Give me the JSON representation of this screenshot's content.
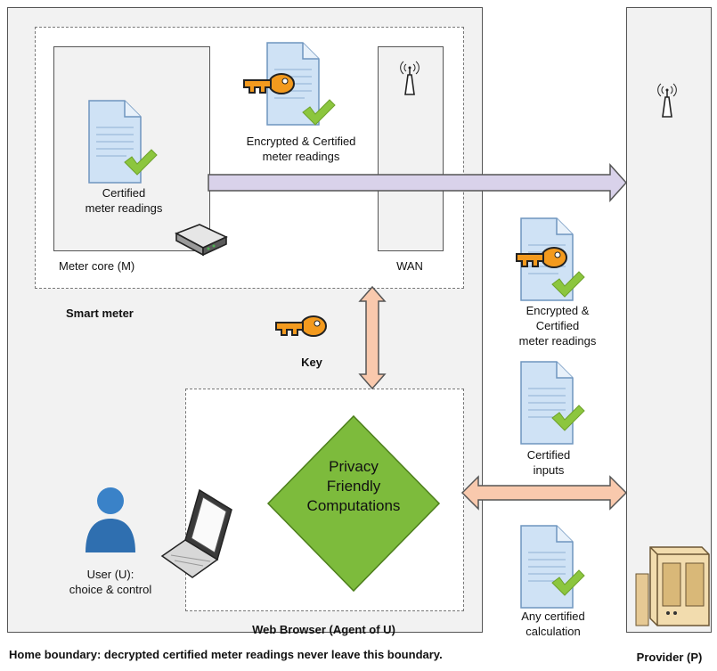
{
  "labels": {
    "certified_readings_line1": "Certified",
    "certified_readings_line2": "meter readings",
    "encrypted_top_line1": "Encrypted & Certified",
    "encrypted_top_line2": "meter readings",
    "meter_core": "Meter core (M)",
    "wan": "WAN",
    "smart_meter": "Smart meter",
    "key": "Key",
    "encrypted_right_line1": "Encrypted &",
    "encrypted_right_line2": "Certified",
    "encrypted_right_line3": "meter readings",
    "certified_inputs_line1": "Certified",
    "certified_inputs_line2": "inputs",
    "privacy_line1": "Privacy",
    "privacy_line2": "Friendly",
    "privacy_line3": "Computations",
    "user_line1": "User (U):",
    "user_line2": "choice & control",
    "web_browser": "Web Browser (Agent of U)",
    "any_certified_line1": "Any certified",
    "any_certified_line2": "calculation",
    "home_boundary": "Home boundary: decrypted certified meter readings never leave this boundary.",
    "provider": "Provider (P)"
  },
  "colors": {
    "doc_fill": "#cfe2f5",
    "doc_stroke": "#6f95bf",
    "check": "#8cc63e",
    "key": "#f39a1e",
    "diamond": "#7dbb3c",
    "arrow_purple": "#d9d2ea",
    "arrow_peach": "#f9c9ad",
    "user": "#3a82c8"
  },
  "icons": [
    "document-icon",
    "key-icon",
    "check-icon",
    "antenna-icon",
    "router-icon",
    "user-icon",
    "laptop-icon",
    "server-icon"
  ]
}
